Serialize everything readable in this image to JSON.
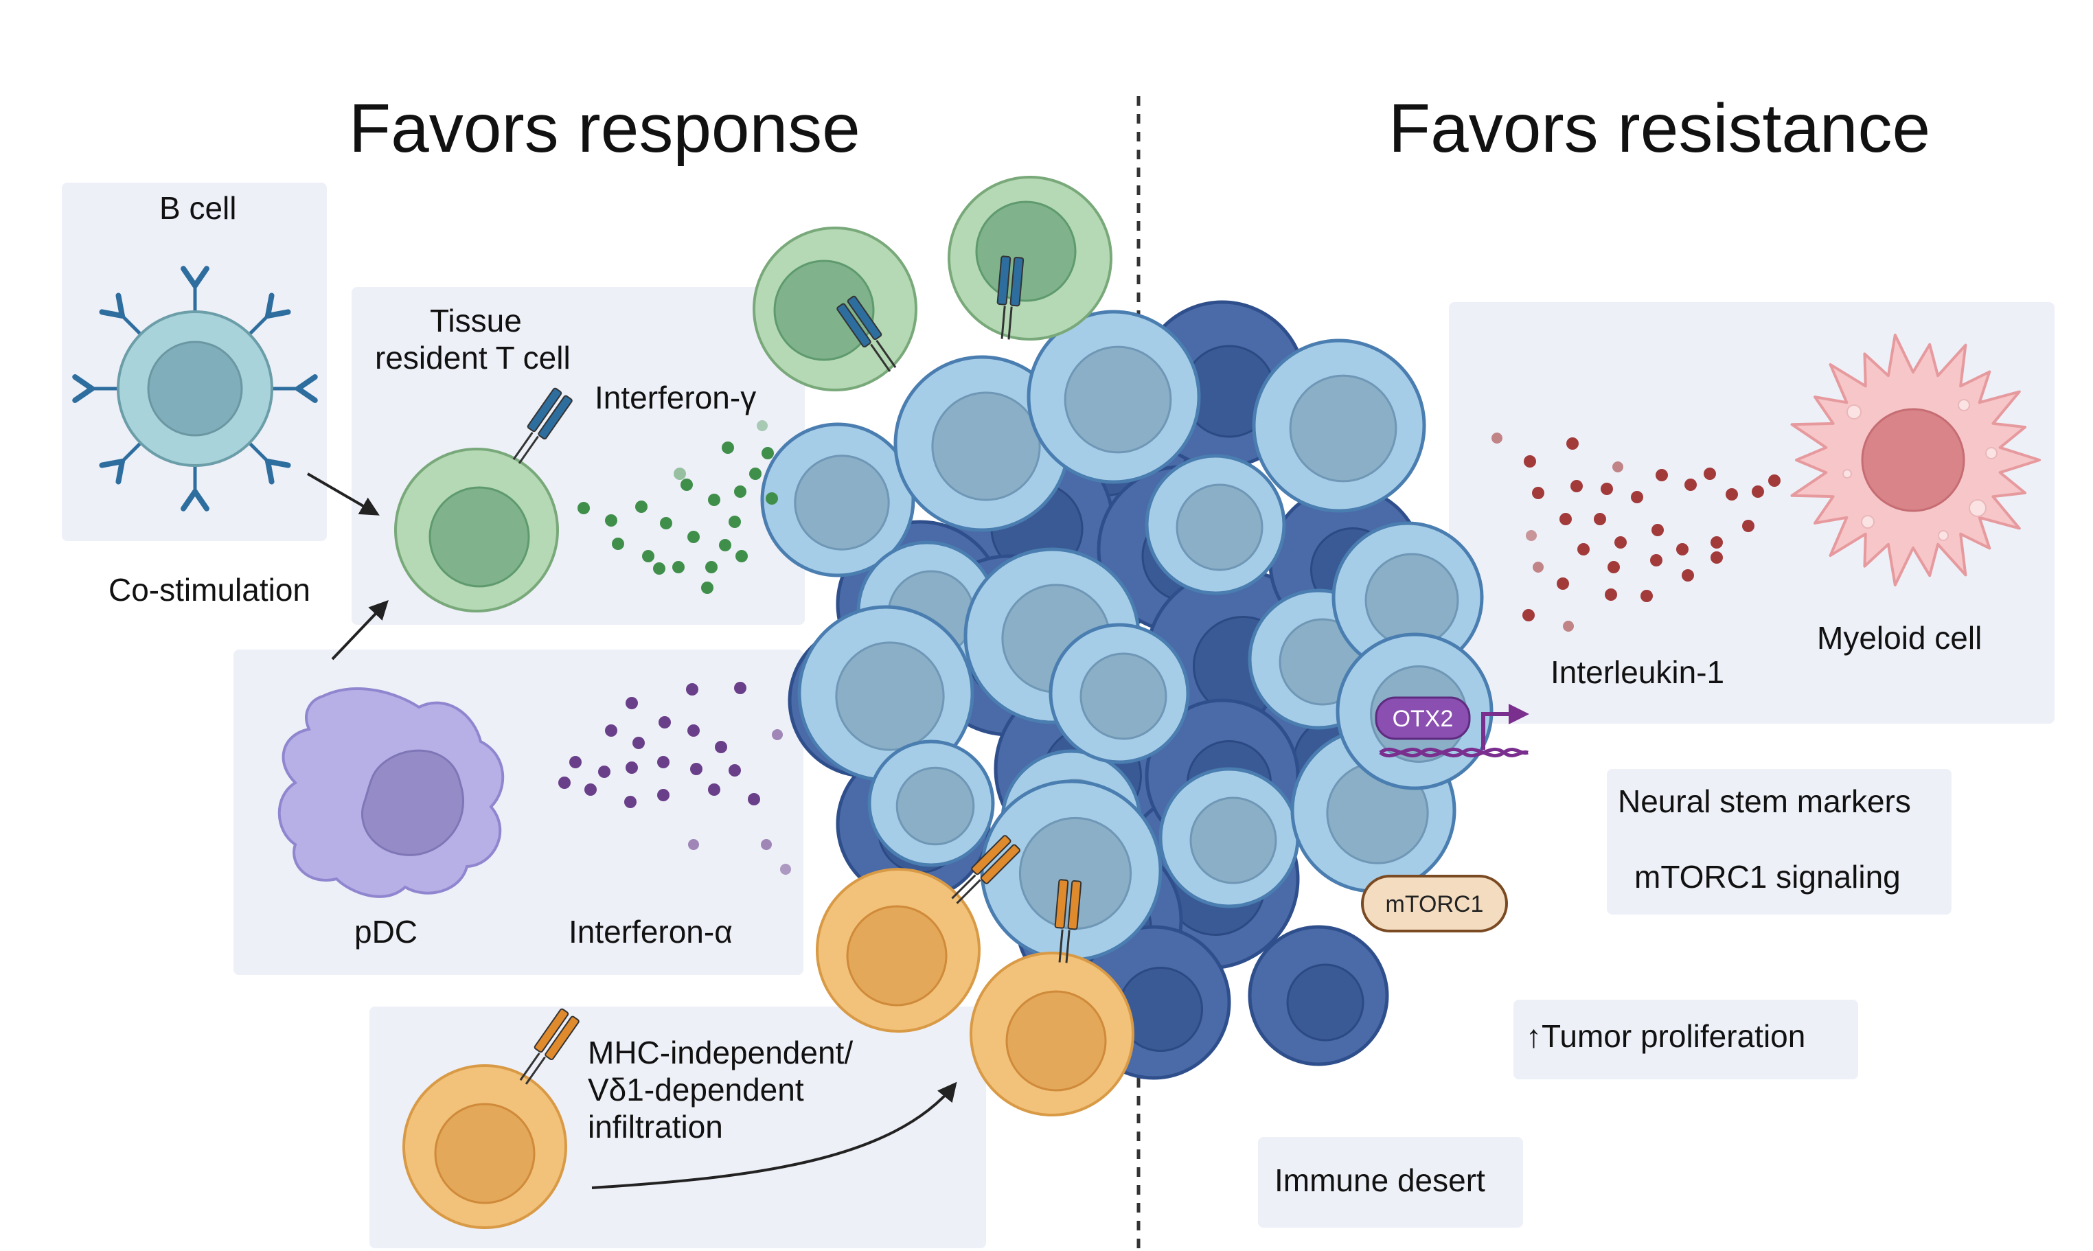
{
  "titles": {
    "left": "Favors response",
    "right": "Favors resistance"
  },
  "response": {
    "b_cell": "B cell",
    "t_cell_line1": "Tissue",
    "t_cell_line2": "resident T cell",
    "interferon_gamma": "Interferon-γ",
    "co_stimulation": "Co-stimulation",
    "pdc": "pDC",
    "interferon_alpha": "Interferon-α",
    "gd_line1": "MHC-independent/",
    "gd_line2": "Vδ1-dependent",
    "gd_line3": "infiltration"
  },
  "resistance": {
    "interleukin_1": "Interleukin-1",
    "myeloid_cell": "Myeloid cell",
    "otx2": "OTX2",
    "mtorc1": "mTORC1",
    "neural_stem_markers": "Neural stem markers",
    "mtorc1_signaling": "mTORC1 signaling",
    "tumor_proliferation": "↑Tumor proliferation",
    "immune_desert": "Immune desert"
  },
  "colors": {
    "panel": "#eef0f8",
    "b_cell": "#a9d3da",
    "t_cell": "#b5d9b4",
    "pdc": "#b6b0e6",
    "gd_t_cell": "#f2c27a",
    "myeloid": "#f6c6c8",
    "tumor_light": "#a6cde8",
    "tumor_dark": "#4a6aa8",
    "interferon_gamma_dots": "#3f8f4a",
    "interferon_alpha_dots": "#6a3f8a",
    "interleukin_dots": "#a23a3a",
    "otx2": "#8a4fb0",
    "mtorc1": "#f3dcc0"
  }
}
